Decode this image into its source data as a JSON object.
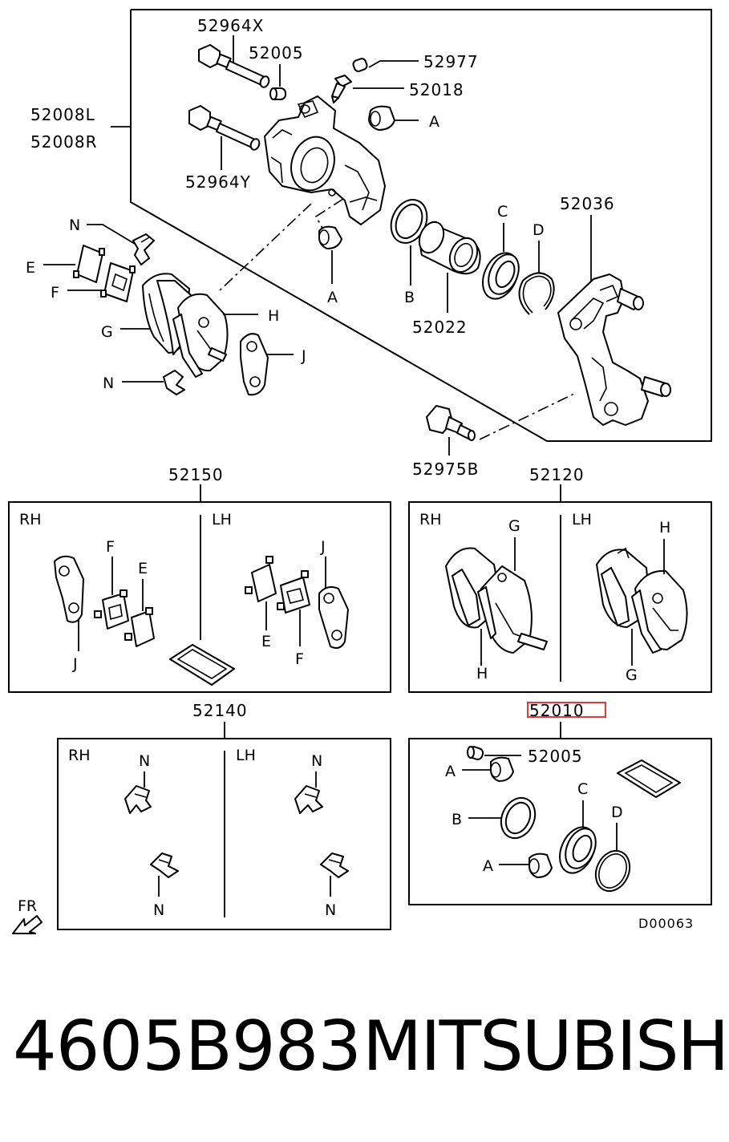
{
  "callouts": {
    "p52964X": "52964X",
    "p52005_top": "52005",
    "p52977": "52977",
    "p52018": "52018",
    "p52008L": "52008L",
    "p52008R": "52008R",
    "p52964Y": "52964Y",
    "p52036": "52036",
    "p52022": "52022",
    "p52975B": "52975B",
    "p52150": "52150",
    "p52120": "52120",
    "p52140": "52140",
    "p52010": "52010",
    "p52005_kit": "52005"
  },
  "letters": {
    "A": "A",
    "B": "B",
    "C": "C",
    "D": "D",
    "E": "E",
    "F": "F",
    "G": "G",
    "H": "H",
    "J": "J",
    "N": "N"
  },
  "sides": {
    "rh": "RH",
    "lh": "LH"
  },
  "front_label": "FR",
  "drawing_code": "D00063",
  "footer": {
    "part_number": "4605B983",
    "brand": "MITSUBISHI"
  },
  "highlight_color": "#e0393e"
}
